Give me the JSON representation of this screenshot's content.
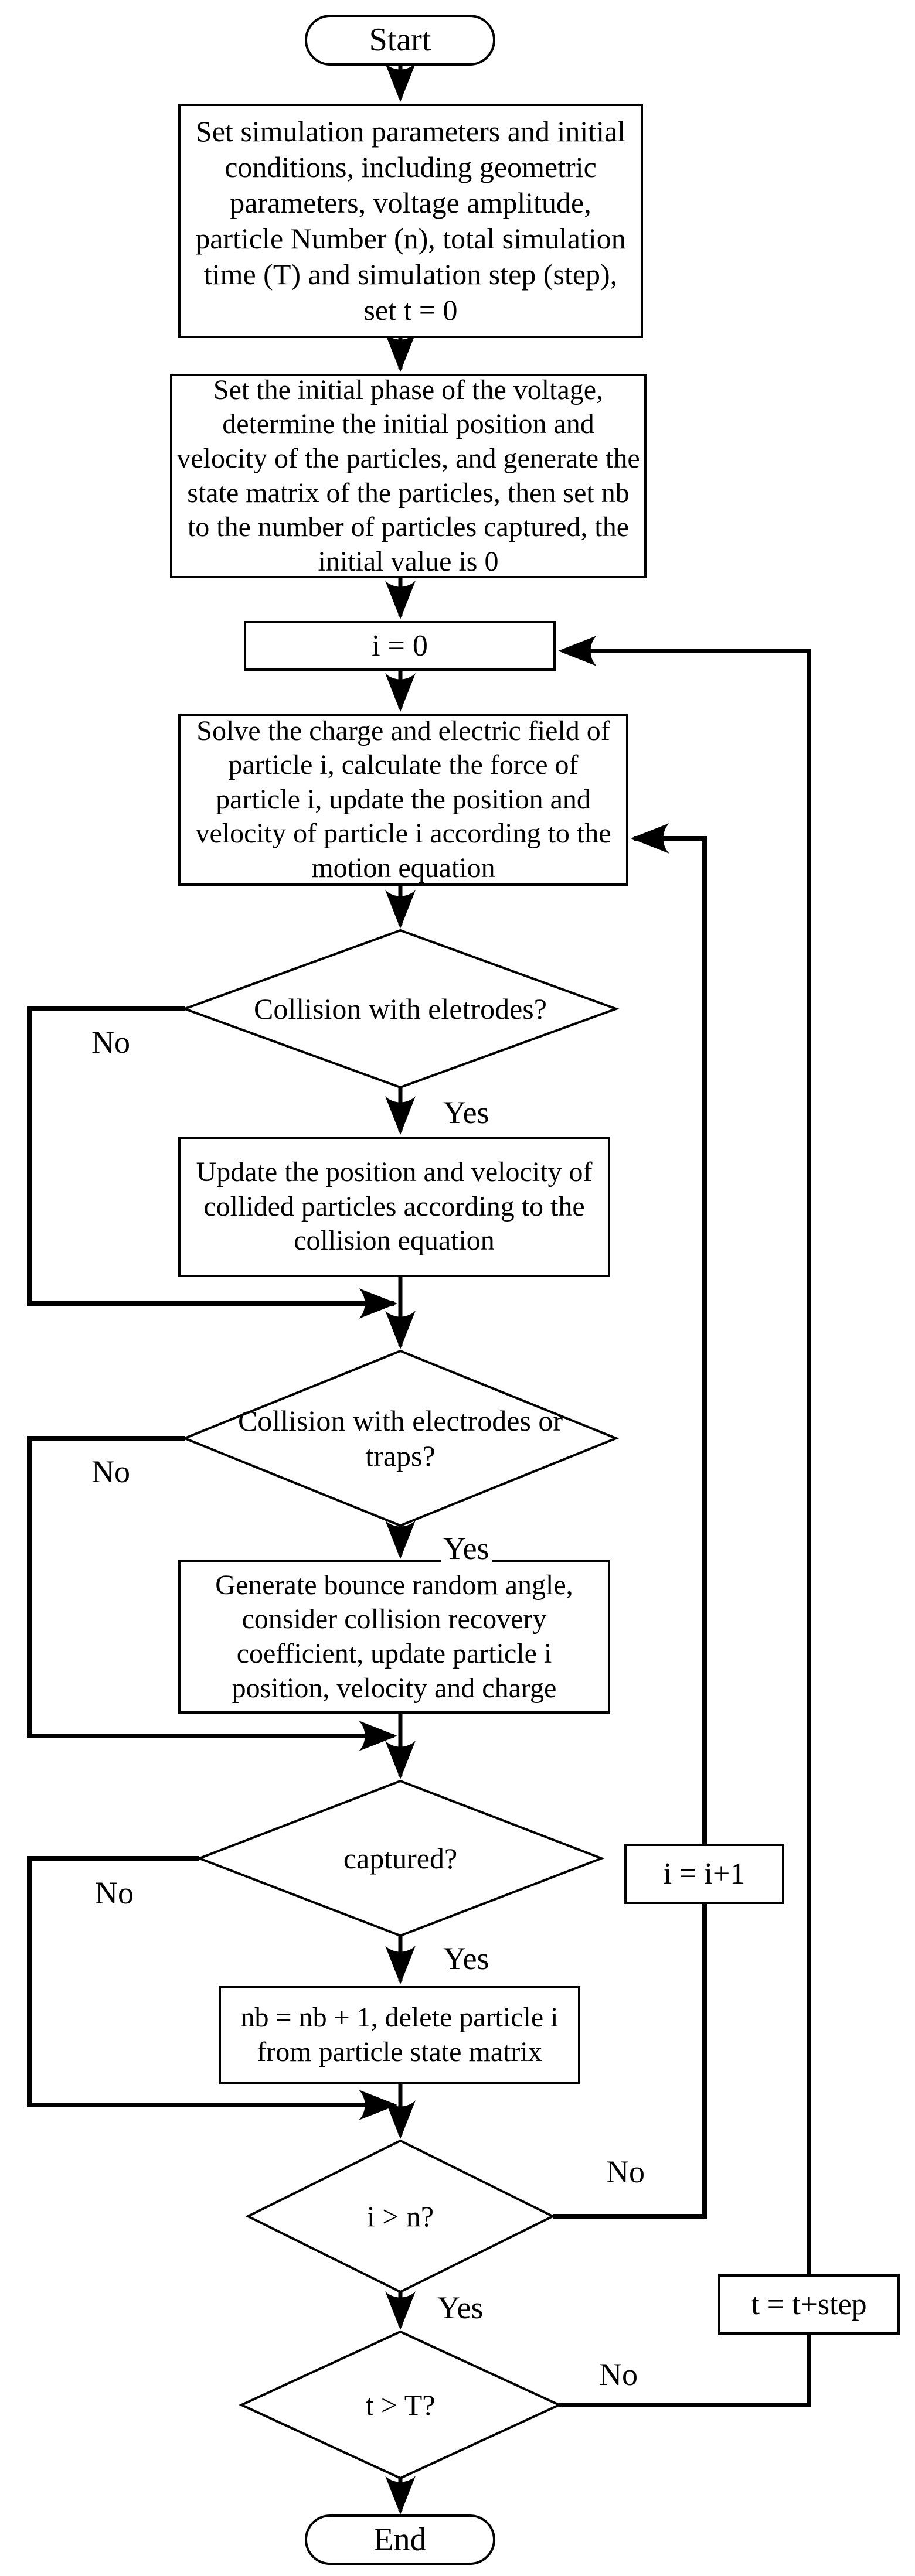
{
  "flowchart": {
    "nodes": {
      "start": {
        "label": "Start",
        "type": "terminator"
      },
      "init_params": {
        "label": "Set simulation parameters and initial conditions, including geometric parameters, voltage amplitude, particle Number (n), total simulation time (T) and simulation step (step), set t = 0",
        "type": "process"
      },
      "init_phase": {
        "label": "Set the initial phase of the voltage, determine the initial position and velocity of the particles, and generate the state matrix of the particles, then set nb to the number of particles captured, the initial value is 0",
        "type": "process"
      },
      "i_zero": {
        "label": "i = 0",
        "type": "process"
      },
      "solve_motion": {
        "label": "Solve the charge and electric field of particle i, calculate the force of particle i, update the position and velocity of particle i according to the motion equation",
        "type": "process"
      },
      "collision_electrodes": {
        "label": "Collision with eletrodes?",
        "type": "decision"
      },
      "update_collided": {
        "label": "Update the position and velocity of collided particles according to the collision equation",
        "type": "process"
      },
      "collision_traps": {
        "label": "Collision with electrodes or traps?",
        "type": "decision"
      },
      "bounce_angle": {
        "label": "Generate bounce random angle, consider collision recovery coefficient, update particle i position, velocity and charge",
        "type": "process"
      },
      "captured": {
        "label": "captured?",
        "type": "decision"
      },
      "i_increment": {
        "label": "i = i+1",
        "type": "process"
      },
      "nb_increment": {
        "label": "nb = nb + 1, delete particle i from particle state matrix",
        "type": "process"
      },
      "i_gt_n": {
        "label": "i > n?",
        "type": "decision"
      },
      "t_step": {
        "label": "t = t+step",
        "type": "process"
      },
      "t_gt_T": {
        "label": "t > T?",
        "type": "decision"
      },
      "end": {
        "label": "End",
        "type": "terminator"
      }
    },
    "edge_labels": {
      "d1_no": "No",
      "d1_yes": "Yes",
      "d2_no": "No",
      "d2_yes": "Yes",
      "d3_no": "No",
      "d3_yes": "Yes",
      "d4_no": "No",
      "d4_yes": "Yes",
      "d5_no": "No"
    },
    "colors": {
      "line": "#000000",
      "fill": "#ffffff"
    }
  }
}
